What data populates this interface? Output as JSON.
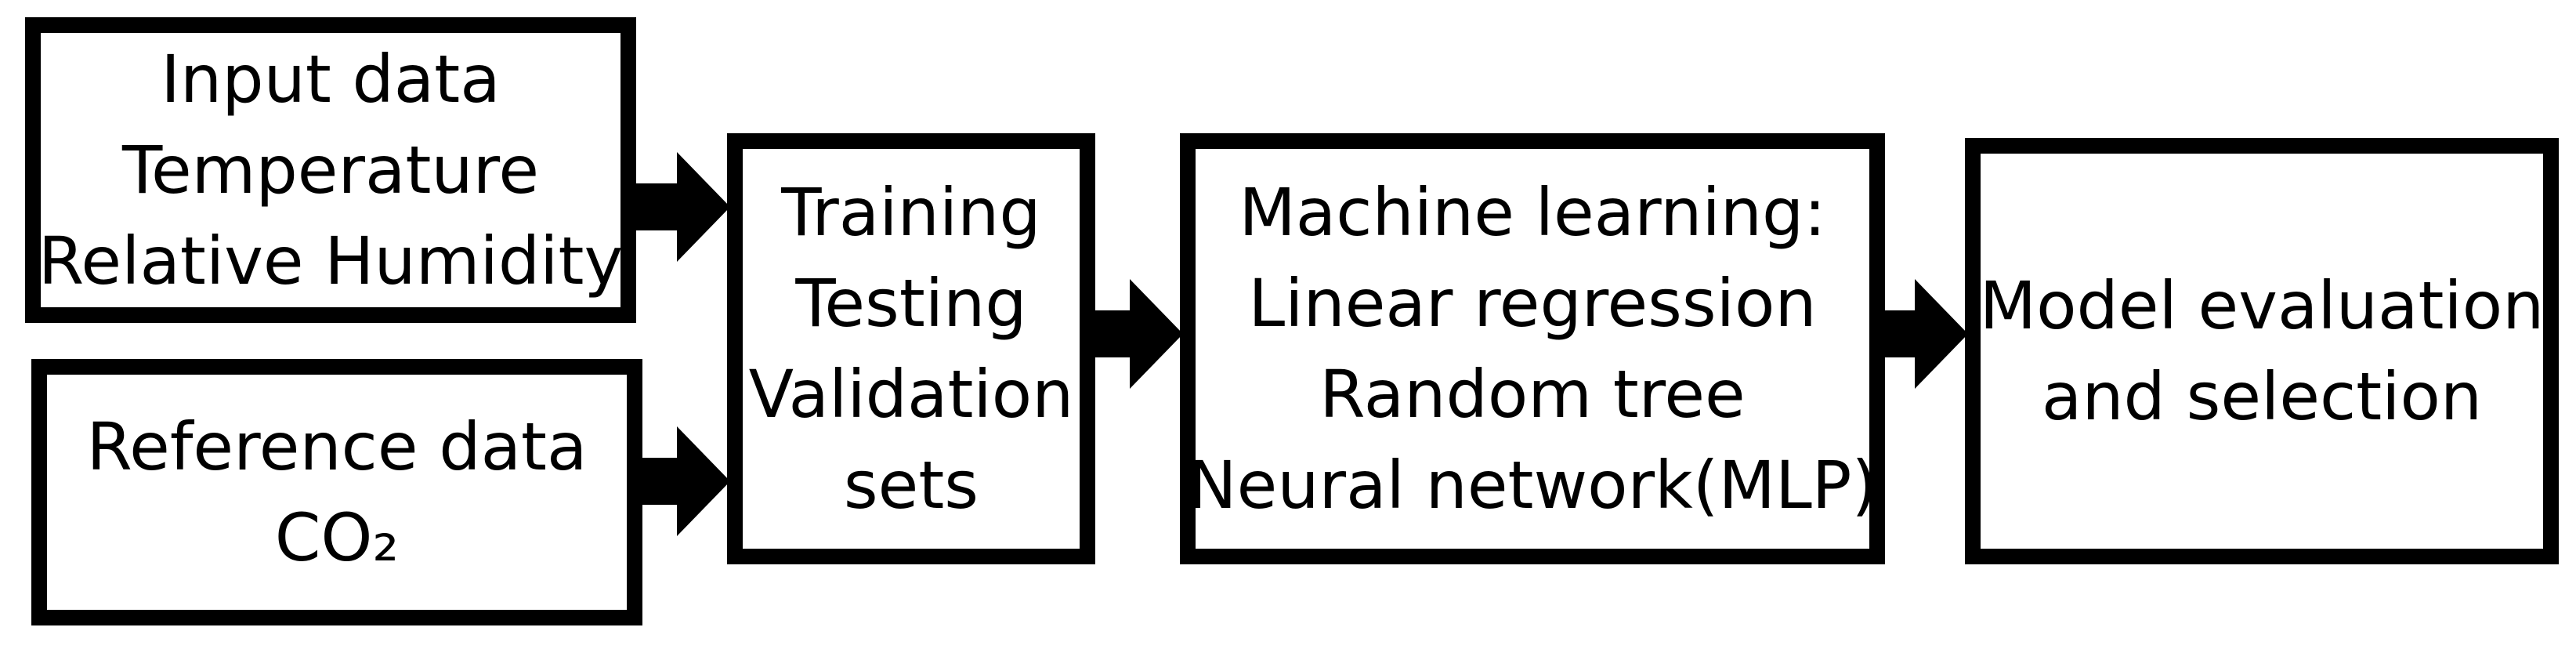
{
  "diagram": {
    "input_box": {
      "lines": [
        "Input data",
        "Temperature",
        "Relative Humidity"
      ]
    },
    "reference_box": {
      "lines": [
        "Reference data",
        "CO₂"
      ]
    },
    "sets_box": {
      "lines": [
        "Training",
        "Testing",
        "Validation",
        "sets"
      ]
    },
    "ml_box": {
      "lines": [
        "Machine learning:",
        "Linear regression",
        "Random tree",
        "Neural network(MLP)"
      ]
    },
    "evaluation_box": {
      "lines": [
        "Model evaluation",
        "and selection"
      ]
    },
    "arrow_color": "#000000",
    "border_color": "#000000"
  }
}
